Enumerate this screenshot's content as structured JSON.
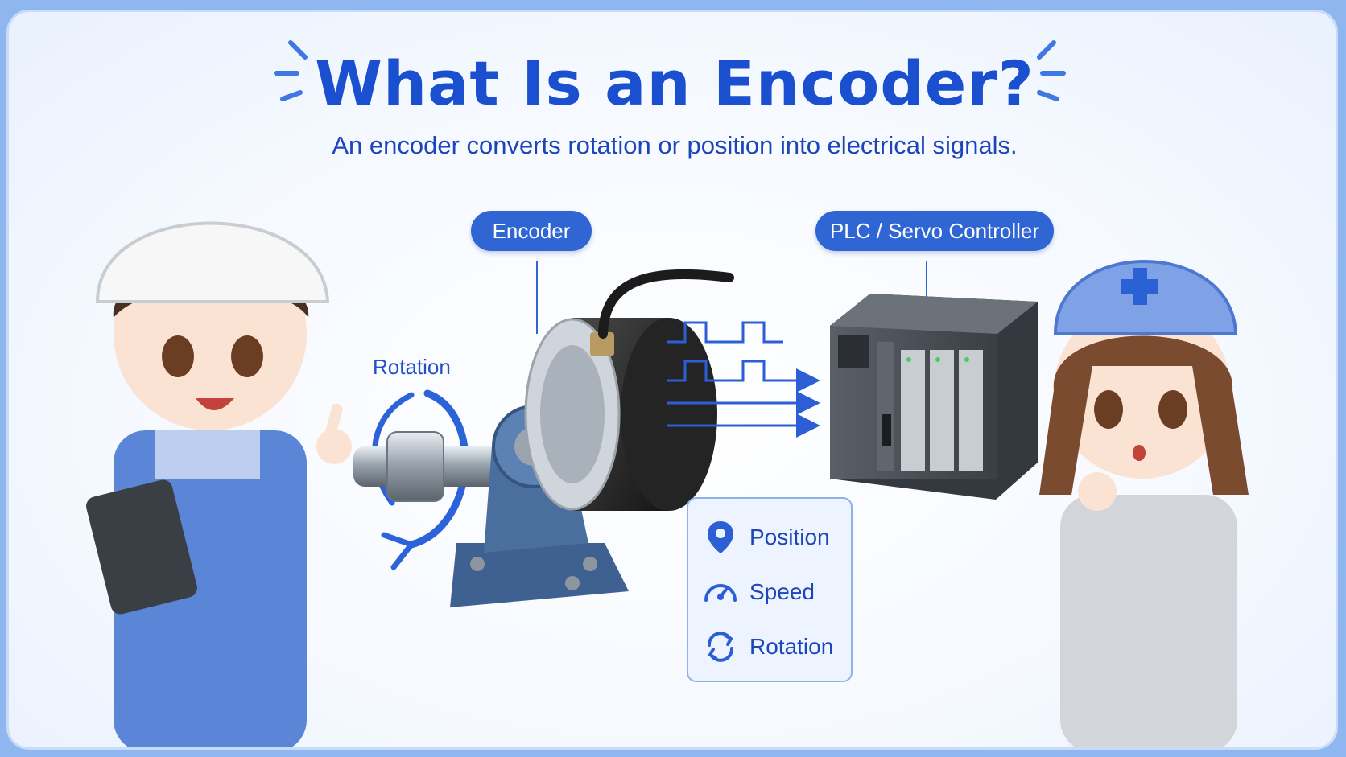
{
  "header": {
    "title": "What Is an Encoder?",
    "subtitle": "An encoder converts rotation or position into electrical signals."
  },
  "labels": {
    "encoder": "Encoder",
    "controller": "PLC / Servo Controller",
    "rotation_arrow": "Rotation"
  },
  "info_box": {
    "items": [
      {
        "label": "Position",
        "icon": "location-pin-icon"
      },
      {
        "label": "Speed",
        "icon": "speedometer-icon"
      },
      {
        "label": "Rotation",
        "icon": "rotation-icon"
      }
    ]
  },
  "colors": {
    "title_blue": "#1a4fd0",
    "accent_blue": "#2f66d3",
    "signal_blue": "#2c5fd6",
    "encoder_body": "#2b2b2b",
    "mount_blue": "#4a6f9e",
    "plc_gray": "#4d535a"
  }
}
